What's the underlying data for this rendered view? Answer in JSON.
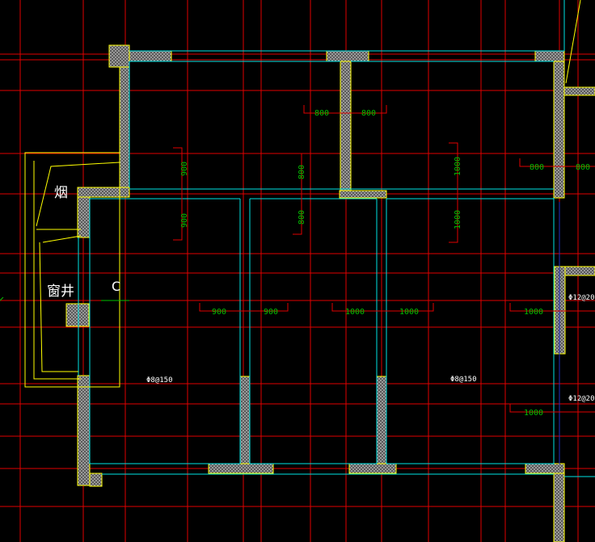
{
  "colors": {
    "background": "#000000",
    "axis": "#ff0000",
    "wall_outline": "#00e5e5",
    "hatch_edge": "#ffff00",
    "hatch_fill": "#6f6f6f",
    "slab_rebar": "#ff0000",
    "dimension_text": "#00c000",
    "annotation": "#ffffff"
  },
  "labels": {
    "chimney": "烟",
    "window_well": "窗井",
    "section_mark": "C"
  },
  "rebar_labels": {
    "slab_a": "Φ8@150",
    "slab_b": "Φ8@150",
    "right_a": "Φ12@20",
    "right_b": "Φ12@20"
  },
  "dimensions": {
    "top_left_800": "800",
    "top_right_800": "800",
    "far_right_a": "800",
    "far_right_b": "800",
    "vert_900_a": "900",
    "vert_900_b": "900",
    "vert_800_a": "800",
    "vert_800_b": "800",
    "vert_1000_a": "1000",
    "vert_1000_b": "1000",
    "horiz_900_a": "900",
    "horiz_900_b": "900",
    "horiz_1000_a": "1000",
    "horiz_1000_b": "1000",
    "horiz_1000_c": "1000",
    "horiz_1000_d": "1000"
  }
}
